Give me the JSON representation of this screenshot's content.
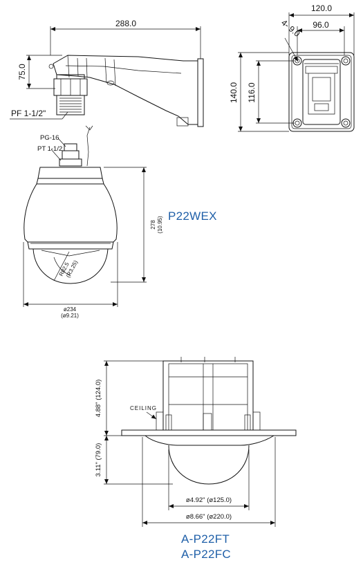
{
  "arm": {
    "length": "288.0",
    "height": "75.0",
    "pipe_thread": "PF 1-1/2\""
  },
  "wall_plate": {
    "outer_width": "120.0",
    "inner_width": "96.0",
    "hole": "4- 9.0",
    "outer_height": "140.0",
    "inner_height": "116.0"
  },
  "dome": {
    "cable_gland": "PG-16",
    "thread": "PT 1-1/2",
    "height_mm": "278",
    "height_in": "(10.95)",
    "radius_mm": "R82.5",
    "radius_in": "(R3.25)",
    "diameter_mm": "ø234",
    "diameter_in": "(ø9.21)",
    "model": "P22WEX"
  },
  "flush": {
    "upper_height": "4.88\" (124.0)",
    "lower_height": "3.11\" (79.0)",
    "ceiling": "CEILING",
    "inner_diameter": "ø4.92\" (ø125.0)",
    "outer_diameter": "ø8.66\" (ø220.0)",
    "models": [
      "A-P22FT",
      "A-P22FC"
    ]
  }
}
